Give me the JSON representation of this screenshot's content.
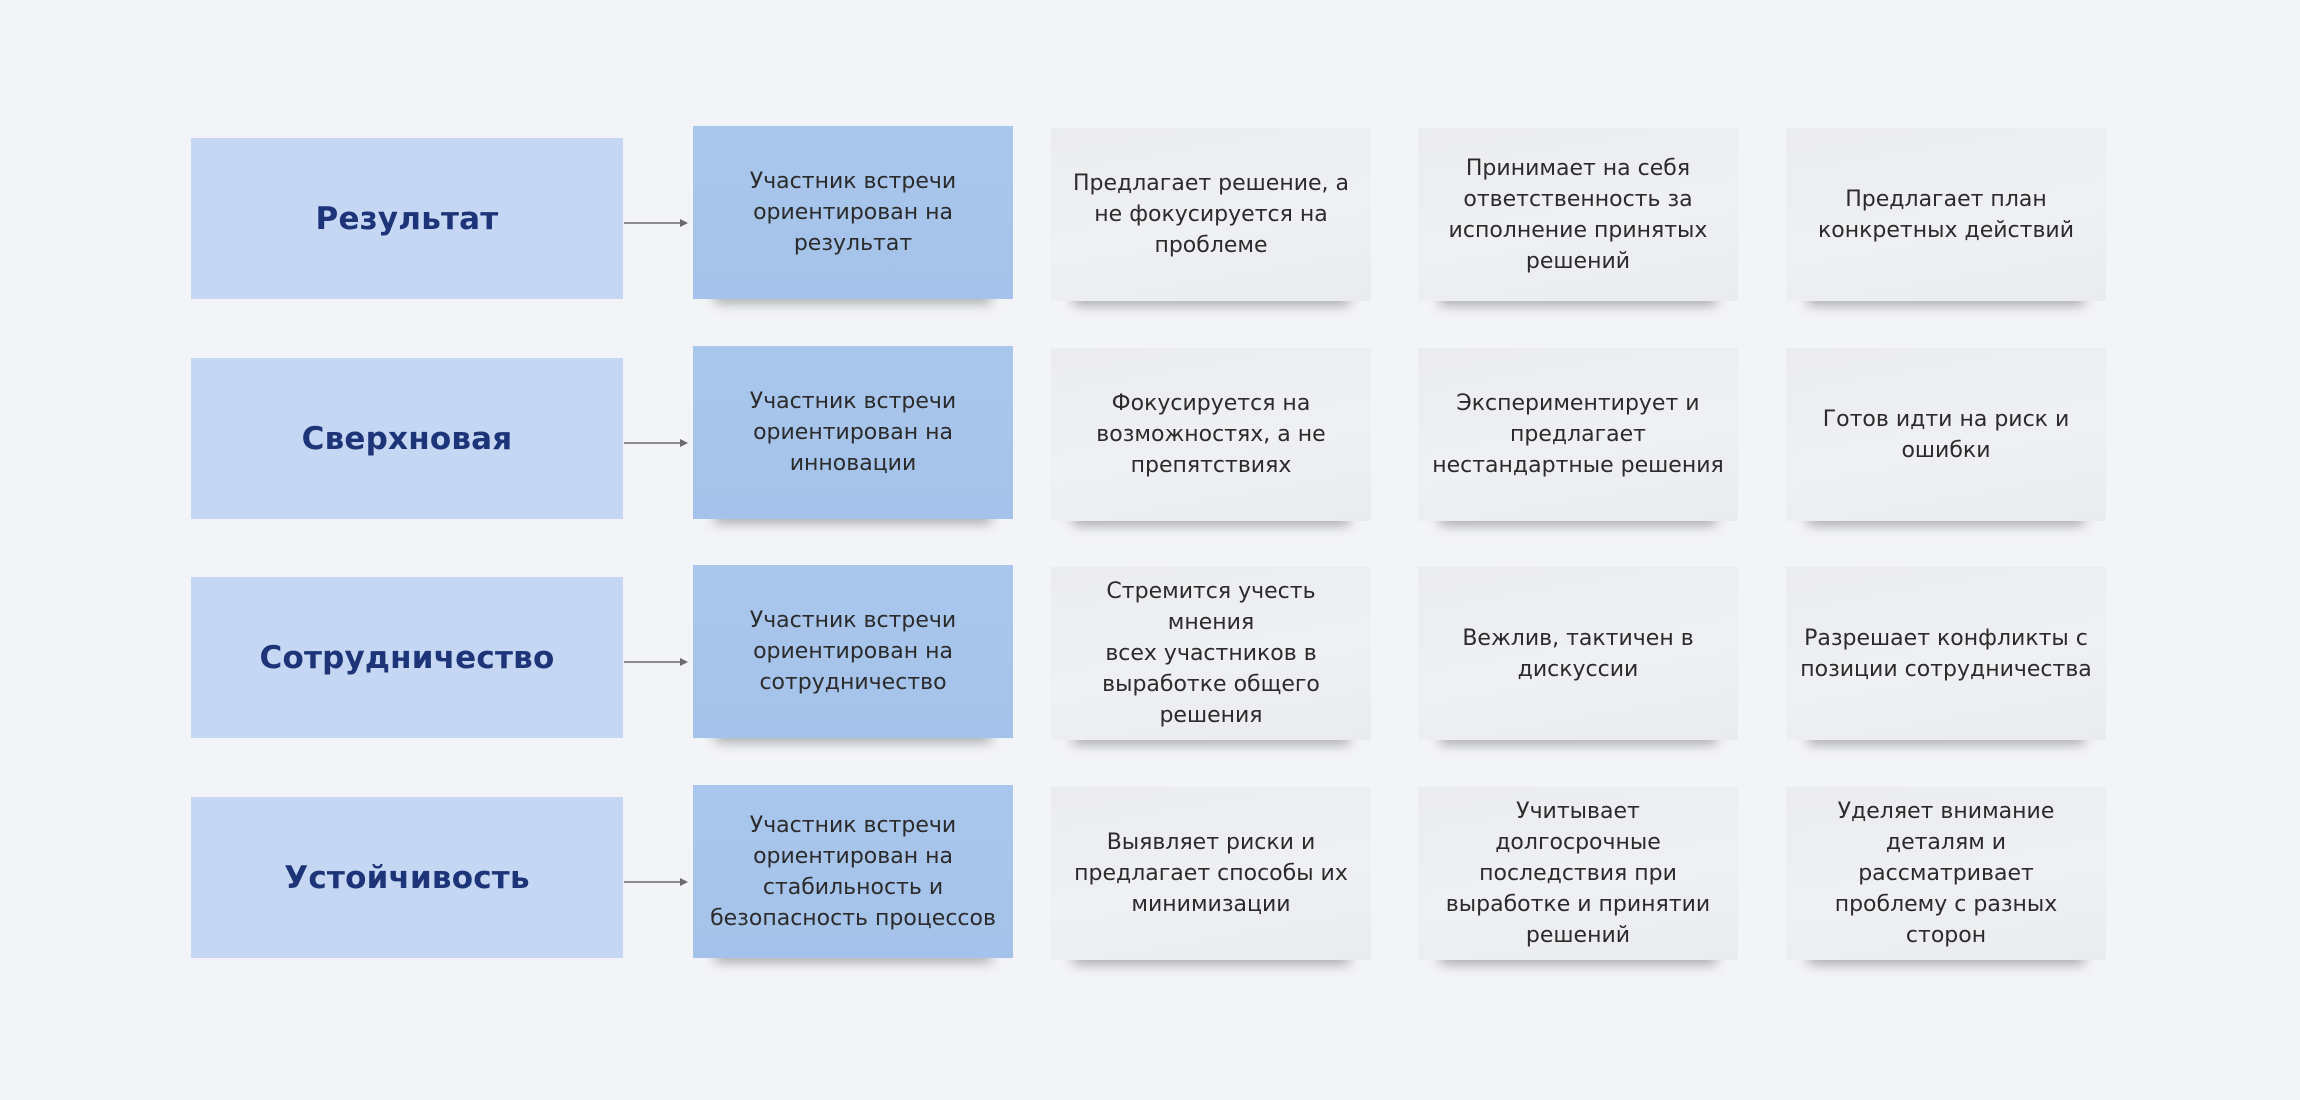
{
  "colors": {
    "background": "#f3f4f7",
    "category_fill": "#c5d7f2",
    "category_text": "#1d3478",
    "primary_note": "#a9c6ec",
    "plain_note": "#eceef1",
    "arrow": "#6a6a6a"
  },
  "rows": [
    {
      "category": "Результат",
      "notes": [
        "Участник встречи\nориентирован на\nрезультат",
        "Предлагает решение, а\nне фокусируется на\nпроблеме",
        "Принимает на себя\nответственность за\nисполнение принятых\nрешений",
        "Предлагает план\nконкретных действий"
      ]
    },
    {
      "category": "Сверхновая",
      "notes": [
        "Участник встречи\nориентирован на\nинновации",
        "Фокусируется на\nвозможностях, а не\nпрепятствиях",
        "Экспериментирует и\nпредлагает\nнестандартные решения",
        "Готов идти на риск и\nошибки"
      ]
    },
    {
      "category": "Сотрудничество",
      "notes": [
        "Участник встречи\nориентирован на\nсотрудничество",
        "Стремится учесть мнения\nвсех участников в\nвыработке общего\nрешения",
        "Вежлив, тактичен в\nдискуссии",
        "Разрешает конфликты с\nпозиции сотрудничества"
      ]
    },
    {
      "category": "Устойчивость",
      "notes": [
        "Участник встречи\nориентирован на\nстабильность и\nбезопасность  процессов",
        "Выявляет риски и\nпредлагает способы их\nминимизации",
        "Учитывает долгосрочные\nпоследствия при\nвыработке и принятии\nрешений",
        "Уделяет внимание\nдеталям и рассматривает\nпроблему с разных\nсторон"
      ]
    }
  ]
}
